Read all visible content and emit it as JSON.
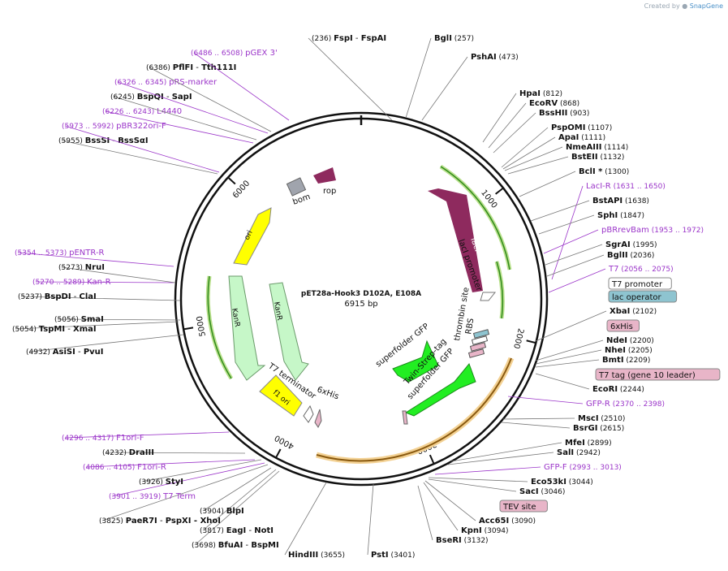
{
  "credit": {
    "prefix": "Created by",
    "brand": "SnapGene"
  },
  "plasmid": {
    "name": "pET28a-Hook3 D102A, E108A",
    "size": "6915 bp"
  },
  "ring_ticks": [
    "1000",
    "2000",
    "3000",
    "4000",
    "5000",
    "6000"
  ],
  "feature_labels": {
    "lacI": "lacI",
    "lacI_promoter": "lacI promoter",
    "rop": "rop",
    "bom": "bom",
    "ori": "ori",
    "KanR_outer": "KanR",
    "KanR_inner": "KanR",
    "T7_terminator": "T7 terminator",
    "f1_ori": "f1 ori",
    "6xHis": "6xHis",
    "sfGFP1": "superfolder GFP",
    "twin_strep": "Twin-Strep-tag",
    "sfGFP2": "superfolder GFP",
    "thrombin": "thrombin site",
    "RBS": "RBS"
  },
  "labels": [
    {
      "pos": "(236)",
      "name": "FspI",
      "sep": "-",
      "name2": "FspAI",
      "color": "black"
    },
    {
      "name": "BglI",
      "pos": "(257)",
      "color": "black"
    },
    {
      "name": "PshAI",
      "pos": "(473)",
      "color": "black"
    },
    {
      "name": "HpaI",
      "pos": "(812)",
      "color": "black"
    },
    {
      "name": "EcoRV",
      "pos": "(868)",
      "color": "black"
    },
    {
      "name": "BssHII",
      "pos": "(903)",
      "color": "black"
    },
    {
      "name": "PspOMI",
      "pos": "(1107)",
      "color": "black"
    },
    {
      "name": "ApaI",
      "pos": "(1111)",
      "color": "black"
    },
    {
      "name": "NmeAIII",
      "pos": "(1114)",
      "color": "black"
    },
    {
      "name": "BstEII",
      "pos": "(1132)",
      "color": "black"
    },
    {
      "name": "BclI *",
      "pos": "(1300)",
      "color": "black"
    },
    {
      "name": "LacI-R",
      "pos": "(1631 .. 1650)",
      "color": "primer"
    },
    {
      "name": "BstAPI",
      "pos": "(1638)",
      "color": "black"
    },
    {
      "name": "SphI",
      "pos": "(1847)",
      "color": "black"
    },
    {
      "name": "pBRrevBam",
      "pos": "(1953 .. 1972)",
      "color": "primer"
    },
    {
      "name": "SgrAI",
      "pos": "(1995)",
      "color": "black"
    },
    {
      "name": "BglII",
      "pos": "(2036)",
      "color": "black"
    },
    {
      "name": "T7",
      "pos": "(2056 .. 2075)",
      "color": "primer"
    },
    {
      "name": "T7 promoter",
      "box": "white"
    },
    {
      "name": "lac operator",
      "box": "teal"
    },
    {
      "name": "XbaI",
      "pos": "(2102)",
      "color": "black"
    },
    {
      "name": "6xHis",
      "box": "pink"
    },
    {
      "name": "NdeI",
      "pos": "(2200)",
      "color": "black"
    },
    {
      "name": "NheI",
      "pos": "(2205)",
      "color": "black"
    },
    {
      "name": "BmtI",
      "pos": "(2209)",
      "color": "black"
    },
    {
      "name": "T7 tag (gene 10 leader)",
      "box": "pink"
    },
    {
      "name": "EcoRI",
      "pos": "(2244)",
      "color": "black"
    },
    {
      "name": "GFP-R",
      "pos": "(2370 .. 2398)",
      "color": "primer"
    },
    {
      "name": "MscI",
      "pos": "(2510)",
      "color": "black"
    },
    {
      "name": "BsrGI",
      "pos": "(2615)",
      "color": "black"
    },
    {
      "name": "MfeI",
      "pos": "(2899)",
      "color": "black"
    },
    {
      "name": "SalI",
      "pos": "(2942)",
      "color": "black"
    },
    {
      "name": "GFP-F",
      "pos": "(2993 .. 3013)",
      "color": "primer"
    },
    {
      "name": "Eco53kI",
      "pos": "(3044)",
      "color": "black"
    },
    {
      "name": "SacI",
      "pos": "(3046)",
      "color": "black"
    },
    {
      "name": "TEV site",
      "box": "pink"
    },
    {
      "name": "Acc65I",
      "pos": "(3090)",
      "color": "black"
    },
    {
      "name": "KpnI",
      "pos": "(3094)",
      "color": "black"
    },
    {
      "name": "BseRI",
      "pos": "(3132)",
      "color": "black"
    },
    {
      "name": "PstI",
      "pos": "(3401)",
      "color": "black"
    },
    {
      "name": "HindIII",
      "pos": "(3655)",
      "color": "black"
    },
    {
      "pos": "(3698)",
      "name": "BfuAI",
      "sep": "-",
      "name2": "BspMI",
      "color": "black"
    },
    {
      "pos": "(3817)",
      "name": "EagI",
      "sep": "-",
      "name2": "NotI",
      "color": "black"
    },
    {
      "pos": "(3825)",
      "name": "PaeR7I",
      "sep": "-",
      "name2": "PspXI",
      "name3": "- XhoI",
      "color": "black"
    },
    {
      "pos": "(3904)",
      "name": "BlpI",
      "color": "black"
    },
    {
      "pos": "(3901 .. 3919)",
      "name": "T7 Term",
      "color": "primer"
    },
    {
      "pos": "(3926)",
      "name": "StyI",
      "color": "black"
    },
    {
      "pos": "(4086 .. 4105)",
      "name": "F1ori-R",
      "color": "primer"
    },
    {
      "pos": "(4232)",
      "name": "DraIII",
      "color": "black"
    },
    {
      "pos": "(4296 .. 4317)",
      "name": "F1ori-F",
      "color": "primer"
    },
    {
      "pos": "(4932)",
      "name": "AsiSI",
      "sep": "-",
      "name2": "PvuI",
      "color": "black"
    },
    {
      "pos": "(5054)",
      "name": "TspMI",
      "sep": "-",
      "name2": "XmaI",
      "color": "black"
    },
    {
      "pos": "(5056)",
      "name": "SmaI",
      "color": "black"
    },
    {
      "pos": "(5237)",
      "name": "BspDI",
      "sep": "-",
      "name2": "ClaI",
      "color": "black"
    },
    {
      "pos": "(5270 .. 5289)",
      "name": "Kan-R",
      "color": "primer"
    },
    {
      "pos": "(5273)",
      "name": "NruI",
      "color": "black"
    },
    {
      "pos": "(5354 .. 5373)",
      "name": "pENTR-R",
      "color": "primer"
    },
    {
      "pos": "(5955)",
      "name": "BssSI",
      "sep": "-",
      "name2": "BssSαI",
      "color": "black"
    },
    {
      "pos": "(5973 .. 5992)",
      "name": "pBR322ori-F",
      "color": "primer"
    },
    {
      "pos": "(6226 .. 6243)",
      "name": "L4440",
      "color": "primer"
    },
    {
      "pos": "(6245)",
      "name": "BspQI",
      "sep": "-",
      "name2": "SapI",
      "color": "black"
    },
    {
      "pos": "(6326 .. 6345)",
      "name": "pRS-marker",
      "color": "primer"
    },
    {
      "pos": "(6386)",
      "name": "PflFI",
      "sep": "-",
      "name2": "Tth111I",
      "color": "black"
    },
    {
      "pos": "(6486 .. 6508)",
      "name": "pGEX 3'",
      "color": "primer"
    }
  ],
  "colors": {
    "primer": "#9b35c9",
    "lacI": "#8e2a5e",
    "lacI_light": "#b9e08c",
    "ori": "#ffff00",
    "kanr": "#c6f7c8",
    "gfp": "#22ee22",
    "rop": "#8e2a5e",
    "bom": "#a0a4ad",
    "pink_box": "#e8b5c8",
    "teal_box": "#8ec4d0",
    "orange_arc": "#e8a33a"
  }
}
